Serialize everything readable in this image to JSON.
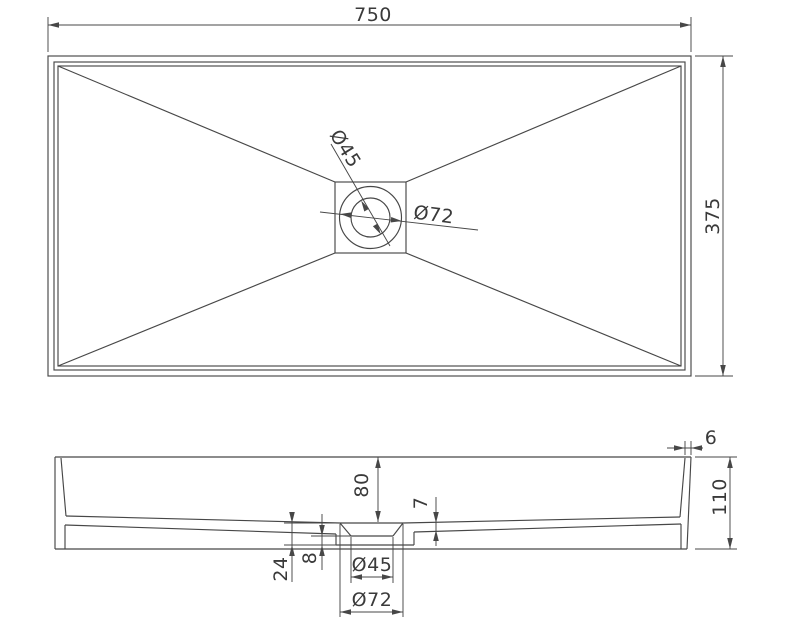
{
  "page": {
    "background": "#ffffff"
  },
  "drawing": {
    "line_color": "#474747",
    "text_color": "#3a3a3a",
    "top_view": {
      "width": "750",
      "height": "375",
      "drain_inner_diameter": "Ø45",
      "drain_outer_diameter": "Ø72"
    },
    "section_view": {
      "rim_thickness": "6",
      "overall_height": "110",
      "bowl_depth": "80",
      "floor_thickness": "7",
      "drain_recess_floor_thickness": "8",
      "drain_boss_thickness": "24",
      "drain_inner_diameter": "Ø45",
      "drain_outer_diameter": "Ø72"
    }
  }
}
